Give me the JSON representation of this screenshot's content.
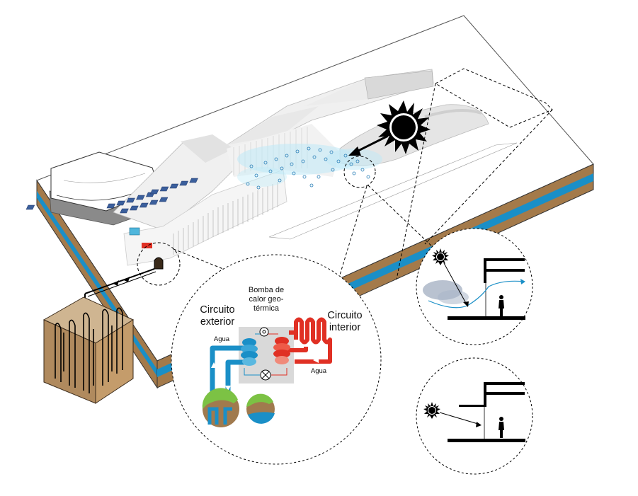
{
  "labels": {
    "heat_pump_line1": "Bomba de",
    "heat_pump_line2": "calor geo-",
    "heat_pump_line3": "térmica",
    "outer_circuit_line1": "Circuito",
    "outer_circuit_line2": "exterior",
    "inner_circuit_line1": "Circuito",
    "inner_circuit_line2": "interior",
    "water_outer": "Agua",
    "water_inner": "Agua"
  },
  "colors": {
    "water_blue": "#1a8fc7",
    "hot_red": "#e03024",
    "earth_brown": "#a07a4e",
    "ground_light": "#c8a57a",
    "building_grey": "#e6e6e6",
    "dark_grey": "#9a9a9a",
    "solar_panel": "#3b5f9c",
    "mist": "#8fd6ee"
  },
  "icons": {
    "sun": "sun-icon",
    "person": "person-icon",
    "compressor": "compressor-icon",
    "valve": "expansion-valve-icon"
  }
}
